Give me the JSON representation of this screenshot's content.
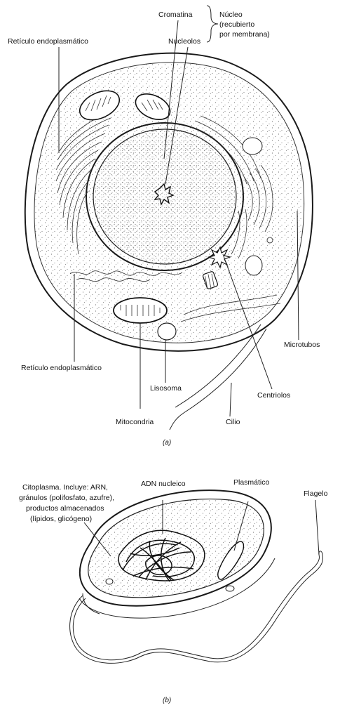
{
  "figure_a": {
    "caption": "(a)",
    "labels": {
      "cromatina": "Cromatina",
      "nucleo": "Núcleo",
      "recubierto": "(recubierto",
      "por_membrana": "por membrana)",
      "nucleolos": "Nucleolos",
      "reticulo_top": "Retículo endoplasmático",
      "reticulo_bottom": "Retículo endoplasmático",
      "lisosoma": "Lisosoma",
      "mitocondria": "Mitocondria",
      "centriolos": "Centriolos",
      "microtubos": "Microtubos",
      "cilio": "Cilio"
    }
  },
  "figure_b": {
    "caption": "(b)",
    "labels": {
      "citoplasma_1": "Citoplasma. Incluye: ARN,",
      "citoplasma_2": "gránulos (polifosfato, azufre),",
      "citoplasma_3": "productos almacenados",
      "citoplasma_4": "(lípidos, glicógeno)",
      "adn": "ADN nucleico",
      "plasmatico": "Plasmático",
      "flagelo": "Flagelo"
    }
  }
}
